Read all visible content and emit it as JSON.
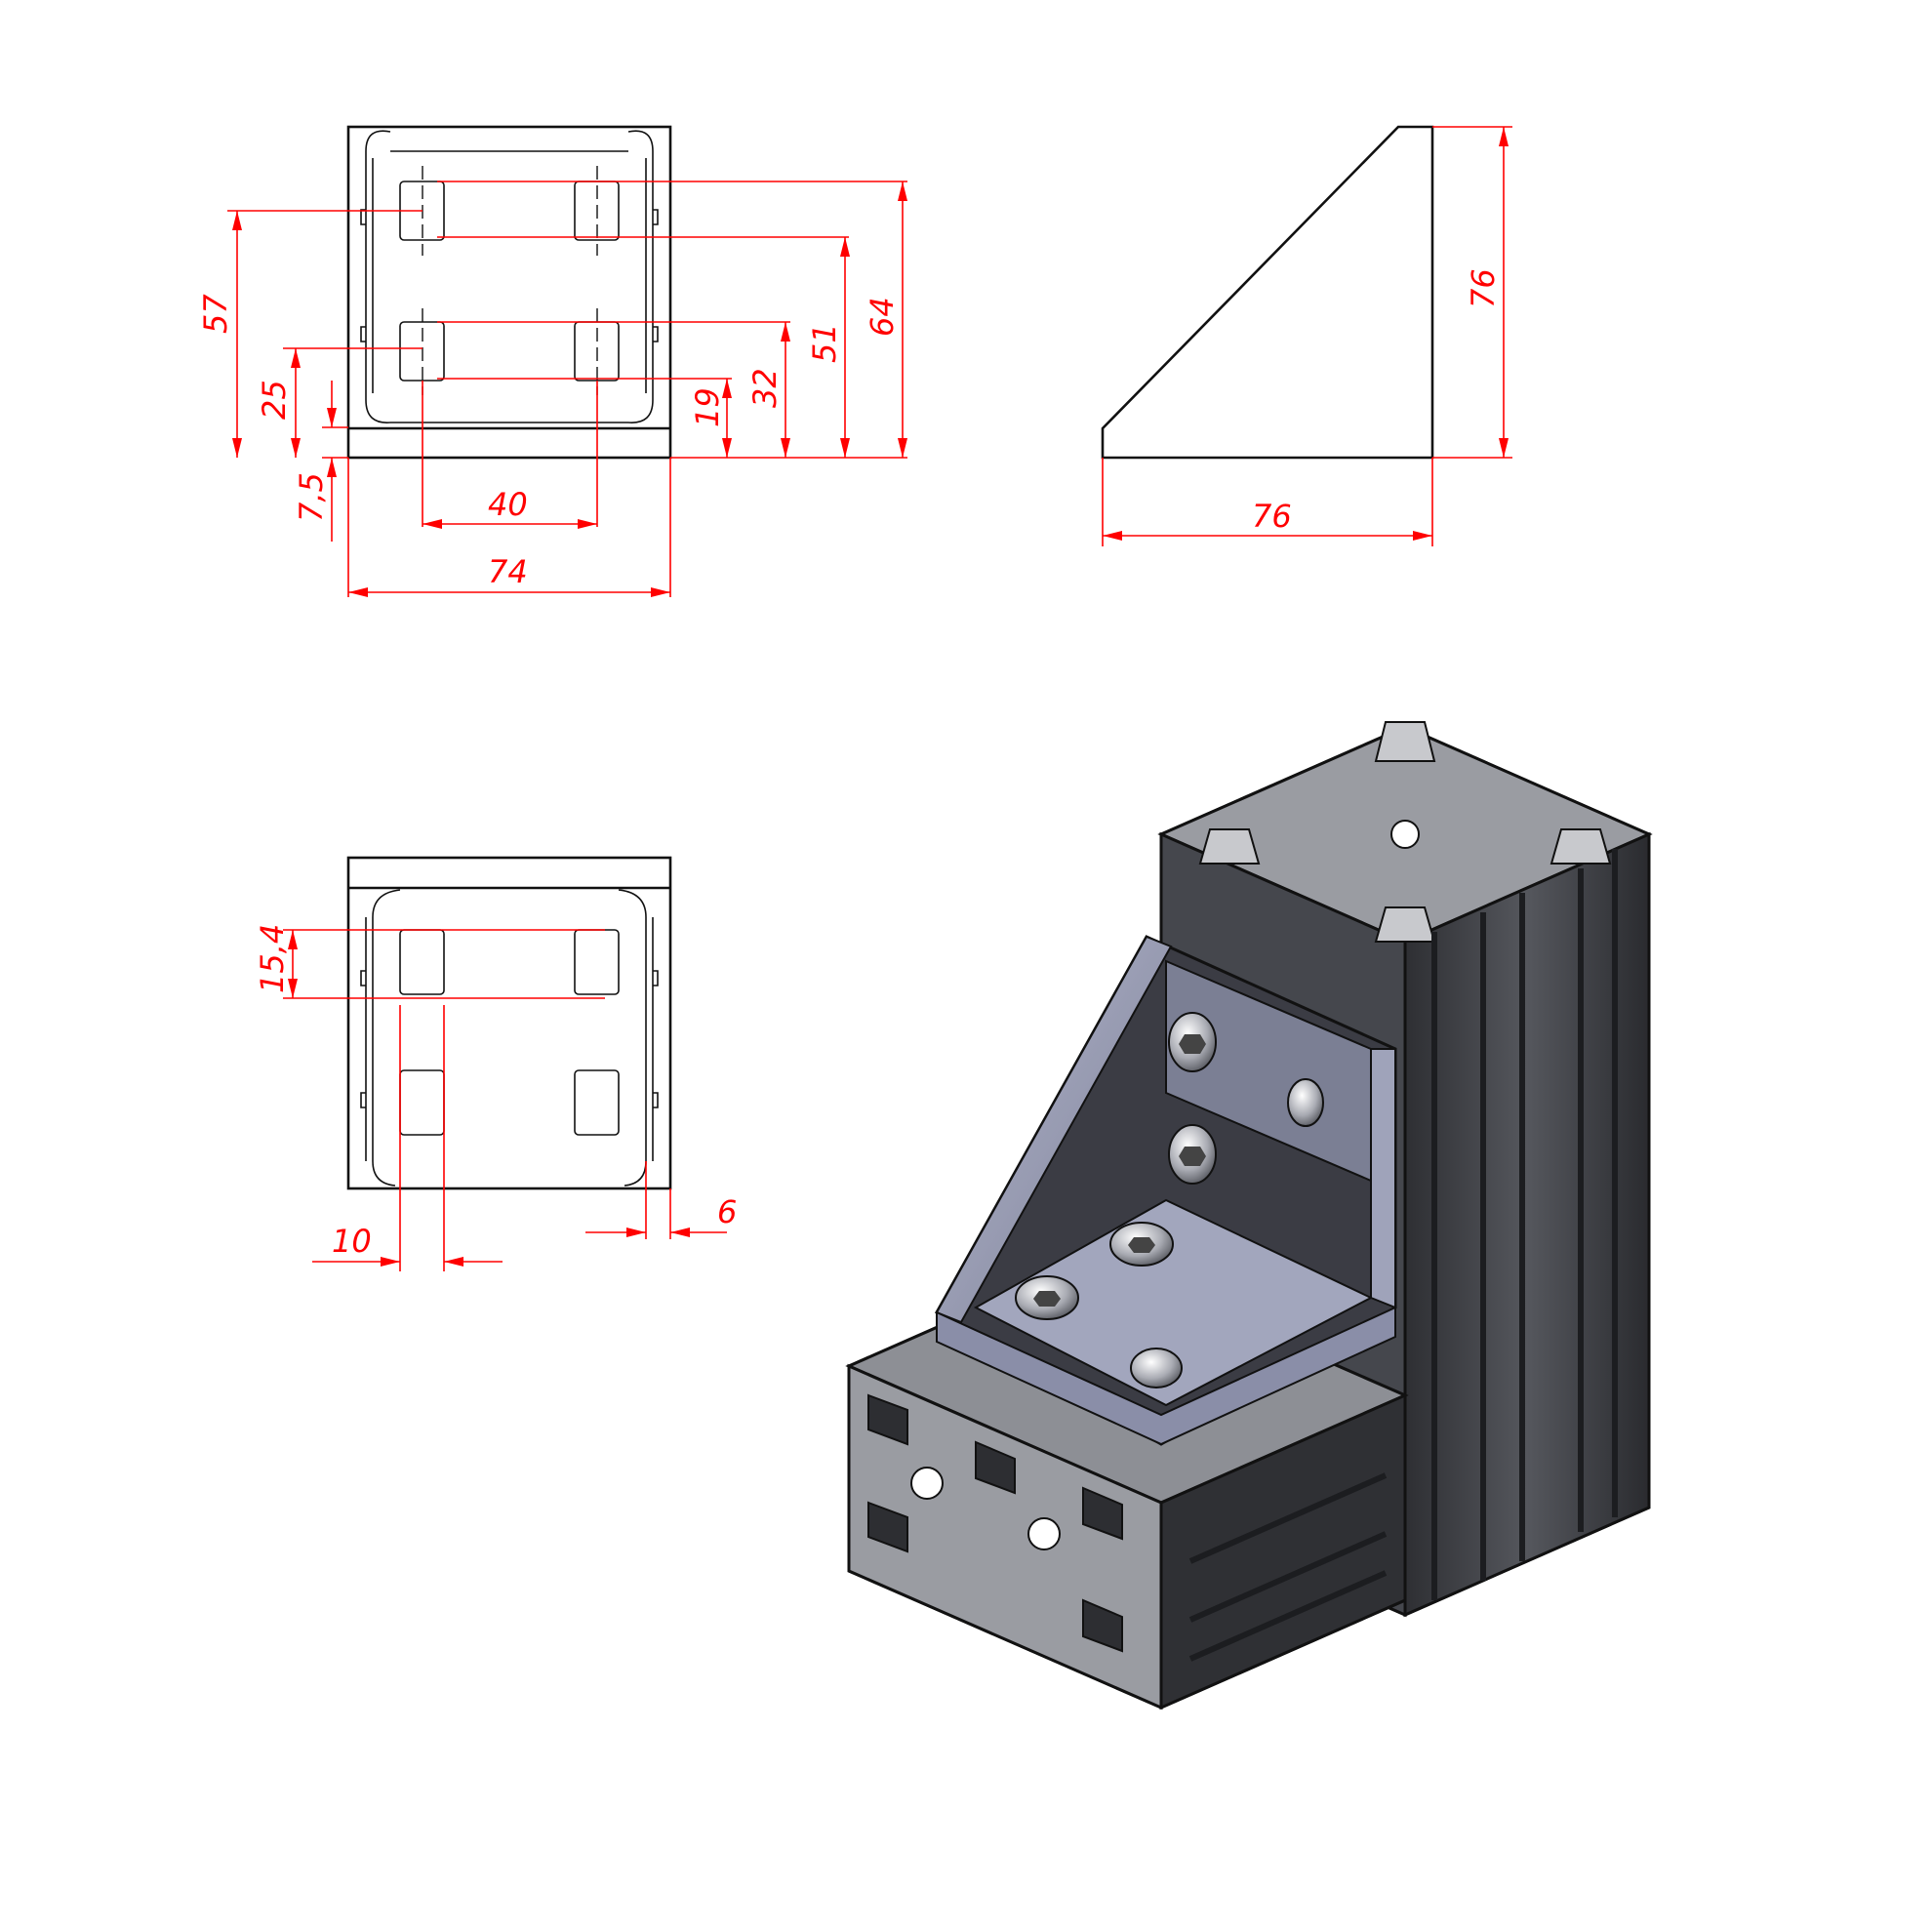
{
  "colors": {
    "dimension": "#ff0000",
    "outline": "#111111",
    "profile_dark": "#3a3b40",
    "profile_light": "#9a9ba0",
    "bracket": "#8a8ea8"
  },
  "dimensions": {
    "top_view": {
      "d57": "57",
      "d25": "25",
      "d7_5": "7,5",
      "d40": "40",
      "d74": "74",
      "d19": "19",
      "d32": "32",
      "d51": "51",
      "d64": "64"
    },
    "side_view": {
      "d76_h": "76",
      "d76_w": "76"
    },
    "bottom_view": {
      "d15_4": "15,4",
      "d10": "10",
      "d6": "6"
    }
  },
  "illustration": {
    "name": "isometric corner bracket on aluminium profiles"
  }
}
